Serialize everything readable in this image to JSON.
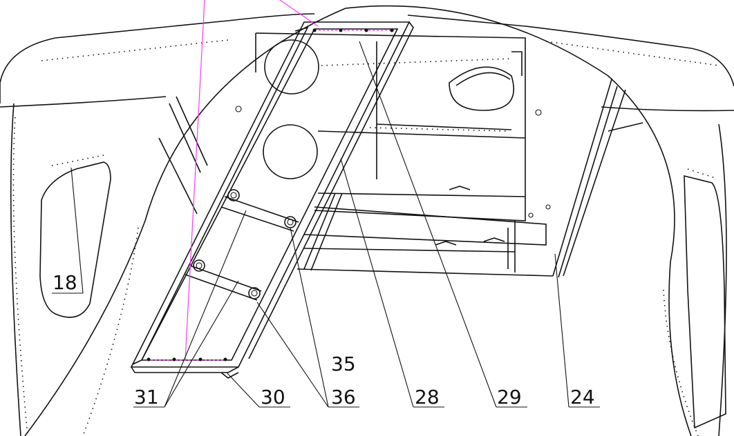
{
  "figure": {
    "type": "technical-drawing",
    "callouts": [
      {
        "id": "c18",
        "text": "18"
      },
      {
        "id": "c31",
        "text": "31"
      },
      {
        "id": "c30",
        "text": "30"
      },
      {
        "id": "c35",
        "text": "35"
      },
      {
        "id": "c36",
        "text": "36"
      },
      {
        "id": "c28",
        "text": "28"
      },
      {
        "id": "c29",
        "text": "29"
      },
      {
        "id": "c24",
        "text": "24"
      }
    ],
    "colors": {
      "line": "#111111",
      "marker": "#ff33ff",
      "background": "#ffffff"
    }
  }
}
